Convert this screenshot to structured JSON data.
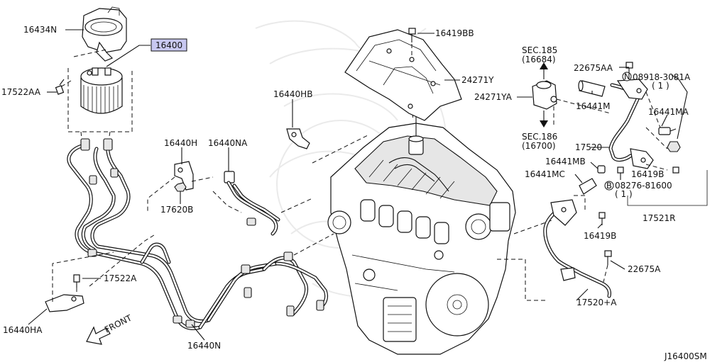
{
  "diagram_code": "J16400SM",
  "direction_label": "FRONT",
  "highlight_color": "#c8c8f0",
  "note_markers": {
    "n": "N",
    "b": "B"
  },
  "labels": {
    "p16434N": "16434N",
    "p16400": "16400",
    "p17522AA": "17522AA",
    "p16419BB": "16419BB",
    "p24271Y": "24271Y",
    "p16440HB": "16440HB",
    "p16440H": "16440H",
    "p16440NA": "16440NA",
    "p17620B": "17620B",
    "p17522A": "17522A",
    "p16440HA": "16440HA",
    "p16440N": "16440N",
    "sec185": "SEC.185",
    "sec185code": "(16684)",
    "sec186": "SEC.186",
    "sec186code": "(16700)",
    "p24271YA": "24271YA",
    "p22675AA": "22675AA",
    "p08918": "08918-3081A",
    "p08918qty": "( 1 )",
    "p16441M": "16441M",
    "p16441MA": "16441MA",
    "p17520": "17520",
    "p16441MB": "16441MB",
    "p16441MC": "16441MC",
    "p16419B_a": "16419B",
    "p08276": "08276-81600",
    "p08276qty": "( 1 )",
    "p17521R": "17521R",
    "p16419B_b": "16419B",
    "p22675A": "22675A",
    "p17520A": "17520+A"
  }
}
